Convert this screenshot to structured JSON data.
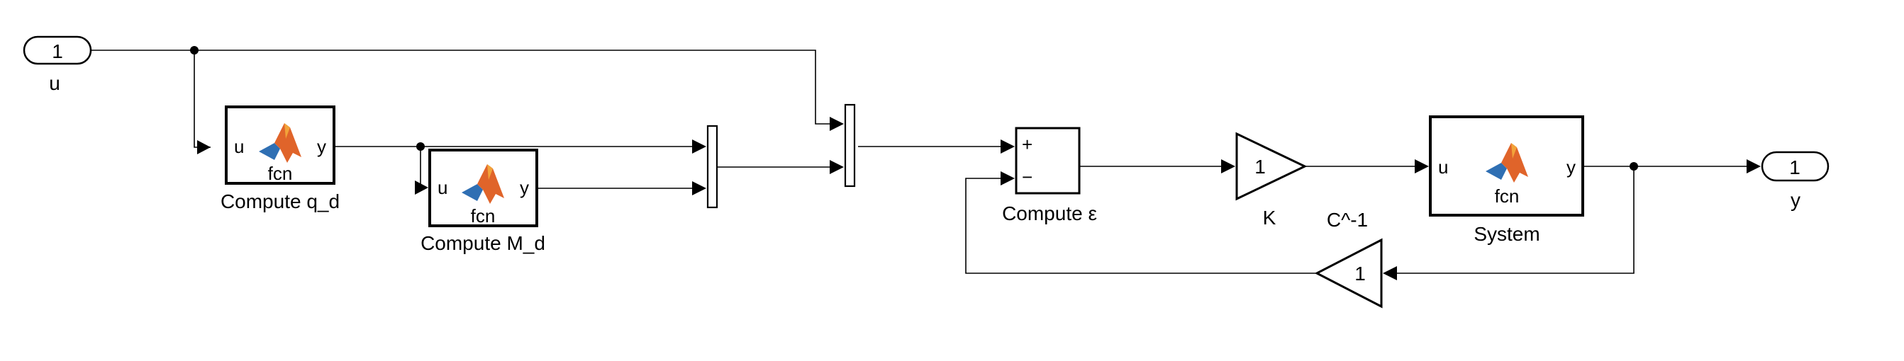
{
  "inport": {
    "number": "1",
    "name": "u"
  },
  "outport": {
    "number": "1",
    "name": "y"
  },
  "compute_qd": {
    "input_port": "u",
    "output_port": "y",
    "function": "fcn",
    "name": "Compute q_d",
    "icon": "matlab-icon"
  },
  "compute_md": {
    "input_port": "u",
    "output_port": "y",
    "function": "fcn",
    "name": "Compute M_d",
    "icon": "matlab-icon"
  },
  "sum": {
    "plus_sign": "+",
    "minus_sign": "−",
    "name": "Compute ε"
  },
  "gain_forward": {
    "value": "1",
    "name": "K"
  },
  "annotation": {
    "text": "C^-1"
  },
  "system": {
    "input_port": "u",
    "output_port": "y",
    "function": "fcn",
    "name": "System",
    "icon": "matlab-icon"
  },
  "gain_feedback": {
    "value": "1"
  }
}
